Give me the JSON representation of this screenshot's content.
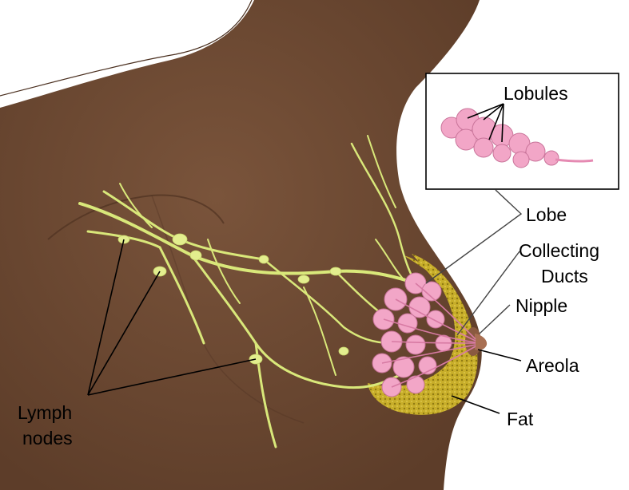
{
  "labels": {
    "lobules": "Lobules",
    "lobe": "Lobe",
    "collecting_ducts_line1": "Collecting",
    "collecting_ducts_line2": "Ducts",
    "nipple": "Nipple",
    "areola": "Areola",
    "fat": "Fat",
    "lymph_nodes_line1": "Lymph",
    "lymph_nodes_line2": "nodes"
  },
  "colors": {
    "skin": "#6e4a33",
    "skin_shadow": "#5a3a27",
    "lymph": "#d9e87a",
    "lobule": "#f2a6c7",
    "fat": "#c9b02a",
    "areola": "#8a5a40"
  }
}
